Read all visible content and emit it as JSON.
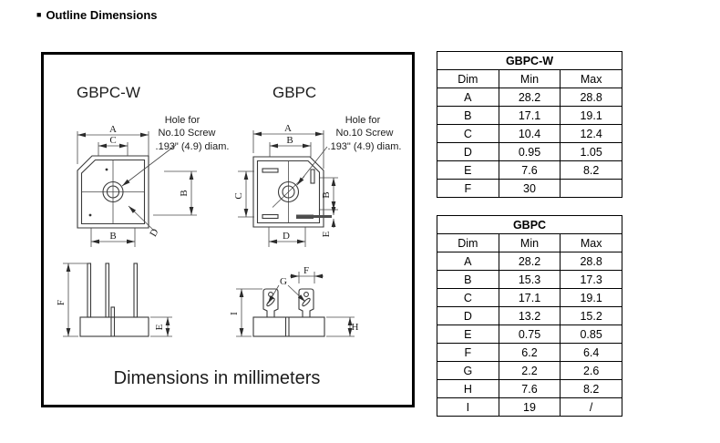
{
  "header": {
    "bullet": "■",
    "title": "Outline Dimensions"
  },
  "panel": {
    "left_title": "GBPC-W",
    "right_title": "GBPC",
    "note": {
      "l1": "Hole for",
      "l2": "No.10 Screw",
      "l3": ".193\" (4.9) diam."
    },
    "dims": {
      "A": "A",
      "B": "B",
      "C": "C",
      "D": "D",
      "E": "E",
      "F": "F",
      "G": "G",
      "H": "H",
      "I": "I"
    },
    "footer": "Dimensions in millimeters"
  },
  "tables": [
    {
      "title": "GBPC-W",
      "columns": [
        "Dim",
        "Min",
        "Max"
      ],
      "rows": [
        [
          "A",
          "28.2",
          "28.8"
        ],
        [
          "B",
          "17.1",
          "19.1"
        ],
        [
          "C",
          "10.4",
          "12.4"
        ],
        [
          "D",
          "0.95",
          "1.05"
        ],
        [
          "E",
          "7.6",
          "8.2"
        ],
        [
          "F",
          "30",
          ""
        ]
      ]
    },
    {
      "title": "GBPC",
      "columns": [
        "Dim",
        "Min",
        "Max"
      ],
      "rows": [
        [
          "A",
          "28.2",
          "28.8"
        ],
        [
          "B",
          "15.3",
          "17.3"
        ],
        [
          "C",
          "17.1",
          "19.1"
        ],
        [
          "D",
          "13.2",
          "15.2"
        ],
        [
          "E",
          "0.75",
          "0.85"
        ],
        [
          "F",
          "6.2",
          "6.4"
        ],
        [
          "G",
          "2.2",
          "2.6"
        ],
        [
          "H",
          "7.6",
          "8.2"
        ],
        [
          "I",
          "19",
          "/"
        ]
      ]
    }
  ]
}
